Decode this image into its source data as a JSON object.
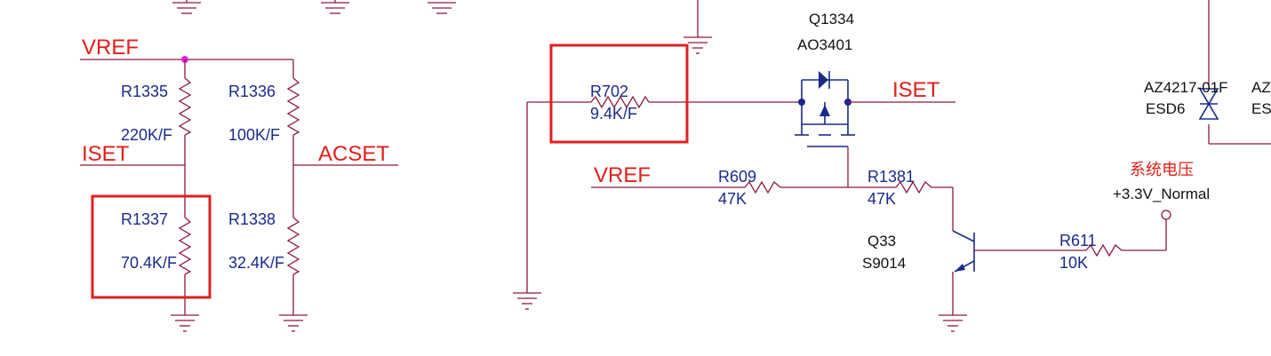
{
  "nets": {
    "vref_left": "VREF",
    "iset_left": "ISET",
    "acset": "ACSET",
    "vref_right": "VREF",
    "iset_right": "ISET",
    "supply_cn": "系统电压",
    "supply": "+3.3V_Normal"
  },
  "resistors": {
    "r1335": {
      "ref": "R1335",
      "value": "220K/F"
    },
    "r1336": {
      "ref": "R1336",
      "value": "100K/F"
    },
    "r1337": {
      "ref": "R1337",
      "value": "70.4K/F"
    },
    "r1338": {
      "ref": "R1338",
      "value": "32.4K/F"
    },
    "r702": {
      "ref": "R702",
      "value": "9.4K/F"
    },
    "r609": {
      "ref": "R609",
      "value": "47K"
    },
    "r1381": {
      "ref": "R1381",
      "value": "47K"
    },
    "r611": {
      "ref": "R611",
      "value": "10K"
    }
  },
  "transistors": {
    "q1334": {
      "ref": "Q1334",
      "part": "AO3401"
    },
    "q33": {
      "ref": "Q33",
      "part": "S9014"
    }
  },
  "diode": {
    "part_a": "AZ4217-01F",
    "ref_a": "ESD6",
    "part_b": "AZ",
    "ref_b": "ES"
  },
  "colors": {
    "wire": "#8a1a3a",
    "component_text": "#1a2a8a",
    "net_label": "#e0201a",
    "highlight_box": "#e02020",
    "junction_magenta": "#e020e0",
    "junction_blue": "#1a2a8a"
  }
}
